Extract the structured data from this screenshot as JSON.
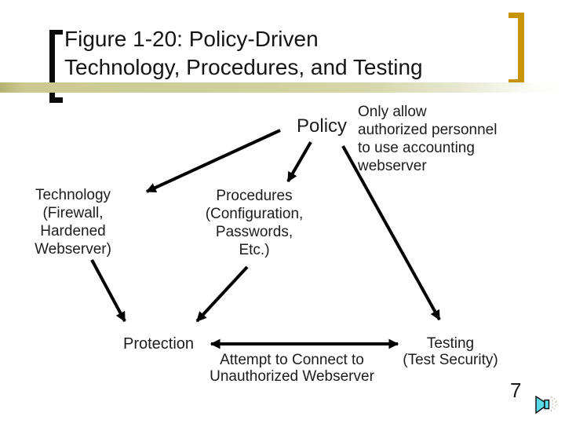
{
  "slide": {
    "title_line1": "Figure 1-20: Policy-Driven",
    "title_line2": "Technology, Procedures, and Testing",
    "page_number": "7"
  },
  "diagram": {
    "policy": {
      "label": "Policy"
    },
    "policy_note": {
      "lines": [
        "Only allow",
        "authorized personnel",
        "to use accounting",
        "webserver"
      ]
    },
    "technology": {
      "lines": [
        "Technology",
        "(Firewall,",
        "Hardened",
        "Webserver)"
      ]
    },
    "procedures": {
      "lines": [
        "Procedures",
        "(Configuration,",
        "Passwords,",
        "Etc.)"
      ]
    },
    "protection": {
      "label": "Protection"
    },
    "attempt": {
      "lines": [
        "Attempt to Connect to",
        "Unauthorized Webserver"
      ]
    },
    "testing": {
      "lines": [
        "Testing",
        "(Test Security)"
      ]
    },
    "icons": {
      "speaker": "speaker-icon"
    },
    "colors": {
      "accent_gold": "#C6930A",
      "accent_olive_bar": "#D0D09E",
      "arrow": "#000000",
      "speaker_cyan": "#5ADCE8"
    }
  }
}
